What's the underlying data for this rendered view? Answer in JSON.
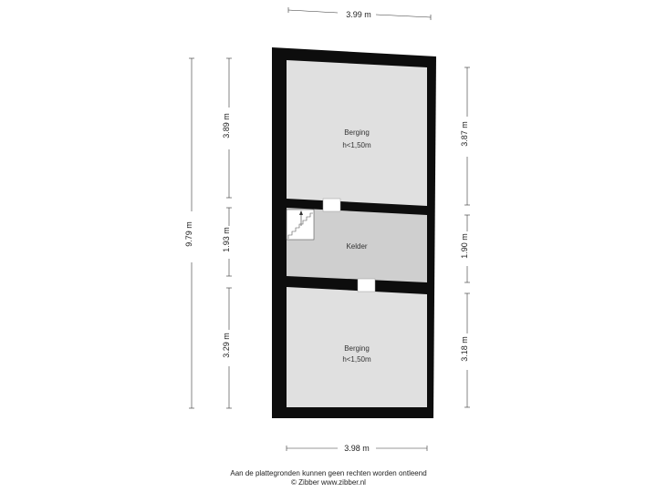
{
  "dimensions": {
    "top_width": "3.99 m",
    "bottom_width": "3.98 m",
    "total_height": "9.79 m",
    "left_top": "3.89 m",
    "left_middle": "1.93 m",
    "left_bottom": "3.29 m",
    "right_top": "3.87 m",
    "right_middle": "1.90 m",
    "right_bottom": "3.18 m"
  },
  "rooms": {
    "top": {
      "name": "Berging",
      "height_note": "h<1,50m"
    },
    "middle": {
      "name": "Kelder"
    },
    "bottom": {
      "name": "Berging",
      "height_note": "h<1,50m"
    }
  },
  "footer": {
    "disclaimer": "Aan de plattegronden kunnen geen rechten worden ontleend",
    "copyright": "© Zibber www.zibber.nl"
  },
  "colors": {
    "wall": "#0d0d0d",
    "room_light": "#e0e0e0",
    "room_dark": "#cfcfcf",
    "dim_line": "#333333"
  }
}
